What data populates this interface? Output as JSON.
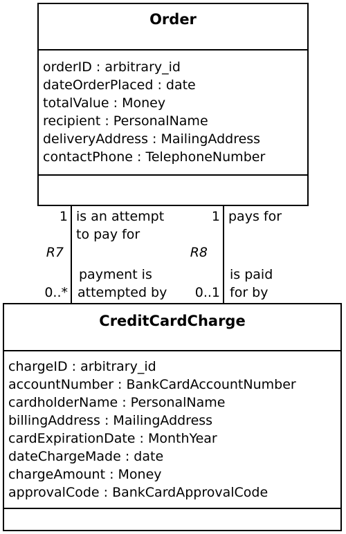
{
  "order": {
    "name": "Order",
    "attributes": [
      "orderID : arbitrary_id",
      "dateOrderPlaced : date",
      "totalValue : Money",
      "recipient : PersonalName",
      "deliveryAddress : MailingAddress",
      "contactPhone : TelephoneNumber"
    ]
  },
  "credit_card_charge": {
    "name": "CreditCardCharge",
    "attributes": [
      "chargeID : arbitrary_id",
      "accountNumber : BankCardAccountNumber",
      "cardholderName : PersonalName",
      "billingAddress : MailingAddress",
      "cardExpirationDate : MonthYear",
      "dateChargeMade : date",
      "chargeAmount : Money",
      "approvalCode : BankCardApprovalCode"
    ]
  },
  "associations": {
    "r7": {
      "id": "R7",
      "order_multiplicity": "1",
      "order_phrase_line1": "is an attempt",
      "order_phrase_line2": "to pay for",
      "charge_multiplicity": "0..*",
      "charge_phrase_line1": "payment is",
      "charge_phrase_line2": "attempted by"
    },
    "r8": {
      "id": "R8",
      "order_multiplicity": "1",
      "order_phrase": "pays for",
      "charge_multiplicity": "0..1",
      "charge_phrase_line1": "is paid",
      "charge_phrase_line2": "for by"
    }
  }
}
